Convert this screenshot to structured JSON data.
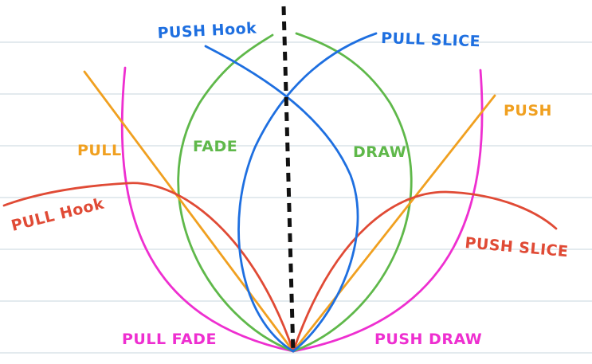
{
  "colors": {
    "line": "#d2dde3",
    "center": "#111111",
    "pull": "#f0a020",
    "push": "#f0a020",
    "hook": "#e04a35",
    "slice": "#e04a35",
    "fade": "#5fb84a",
    "draw": "#5fb84a",
    "push_hook": "#1e6fe0",
    "pull_slice": "#1e6fe0",
    "pull_fade": "#ee2fd0",
    "push_draw": "#ee2fd0"
  },
  "labels": {
    "push_hook": "PUSH Hook",
    "pull_slice": "PULL SLICE",
    "push": "PUSH",
    "pull": "PULL",
    "fade": "FADE",
    "draw": "DRAW",
    "pull_hook": "PULL Hook",
    "push_slice": "PUSH SLICE",
    "pull_fade": "PULL FADE",
    "push_draw": "PUSH DRAW"
  }
}
